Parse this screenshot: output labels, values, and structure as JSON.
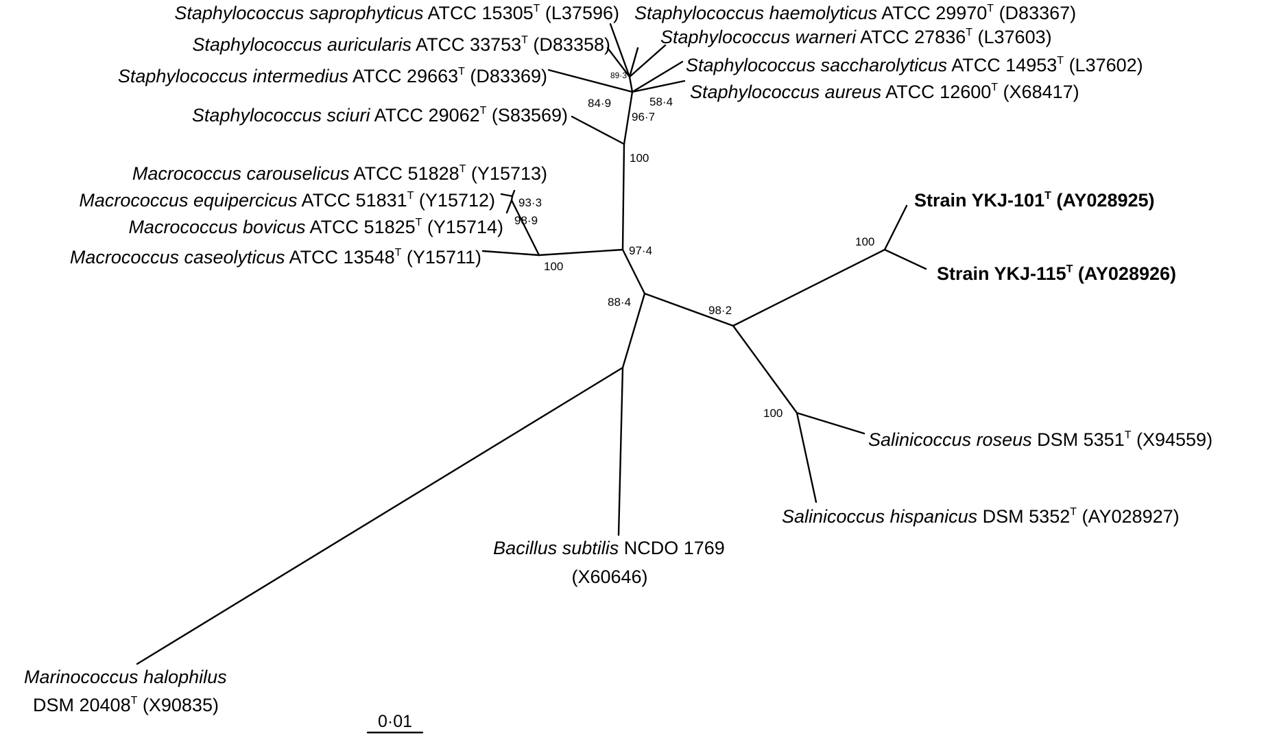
{
  "taxa": {
    "saprophyticus": {
      "genus": "Staphylococcus saprophyticus",
      "strain": " ATCC 15305",
      "sup": "T",
      "acc": " (L37596)"
    },
    "auricularis": {
      "genus": "Staphylococcus auricularis",
      "strain": " ATCC 33753",
      "sup": "T",
      "acc": " (D83358)"
    },
    "intermedius": {
      "genus": "Staphylococcus intermedius",
      "strain": " ATCC 29663",
      "sup": "T",
      "acc": " (D83369)"
    },
    "sciuri": {
      "genus": "Staphylococcus sciuri",
      "strain": " ATCC 29062",
      "sup": "T",
      "acc": " (S83569)"
    },
    "haemolyticus": {
      "genus": "Staphylococcus haemolyticus",
      "strain": " ATCC 29970",
      "sup": "T",
      "acc": " (D83367)"
    },
    "warneri": {
      "genus": "Staphylococcus warneri",
      "strain": " ATCC 27836",
      "sup": "T",
      "acc": " (L37603)"
    },
    "saccharolyticus": {
      "genus": "Staphylococcus saccharolyticus",
      "strain": " ATCC 14953",
      "sup": "T",
      "acc": " (L37602)"
    },
    "aureus": {
      "genus": "Staphylococcus aureus",
      "strain": " ATCC 12600",
      "sup": "T",
      "acc": " (X68417)"
    },
    "carouselicus": {
      "genus": "Macrococcus carouselicus",
      "strain": " ATCC 51828",
      "sup": "T",
      "acc": " (Y15713)"
    },
    "equipercicus": {
      "genus": "Macrococcus equipercicus",
      "strain": " ATCC 51831",
      "sup": "T",
      "acc": " (Y15712)"
    },
    "bovicus": {
      "genus": "Macrococcus bovicus",
      "strain": " ATCC 51825",
      "sup": "T",
      "acc": " (Y15714)"
    },
    "caseolyticus": {
      "genus": "Macrococcus caseolyticus",
      "strain": " ATCC 13548",
      "sup": "T",
      "acc": " (Y15711)"
    },
    "ykj101": {
      "name": "Strain YKJ-101",
      "sup": "T",
      "acc": " (AY028925)"
    },
    "ykj115": {
      "name": "Strain YKJ-115",
      "sup": "T",
      "acc": " (AY028926)"
    },
    "roseus": {
      "genus": "Salinicoccus roseus",
      "strain": " DSM 5351",
      "sup": "T",
      "acc": " (X94559)"
    },
    "hispanicus": {
      "genus": "Salinicoccus hispanicus",
      "strain": " DSM 5352",
      "sup": "T",
      "acc": " (AY028927)"
    },
    "bacillus": {
      "genus": "Bacillus subtilis",
      "strain": " NCDO 1769",
      "acc": "(X60646)"
    },
    "marinococcus": {
      "genus": "Marinococcus halophilus",
      "strain": "DSM 20408",
      "sup": "T",
      "acc": " (X90835)"
    }
  },
  "bootstrap": {
    "b89_3_staph": "89·3",
    "b84_9": "84·9",
    "b58_4": "58·4",
    "b96_7": "96·7",
    "b100_staph": "100",
    "b93_3": "93·3",
    "b98_9": "98·9",
    "b100_macro": "100",
    "b97_4": "97·4",
    "b88_4": "88·4",
    "b98_2": "98·2",
    "b100_ykj": "100",
    "b100_salini": "100"
  },
  "scale_bar": {
    "label": "0·01"
  }
}
